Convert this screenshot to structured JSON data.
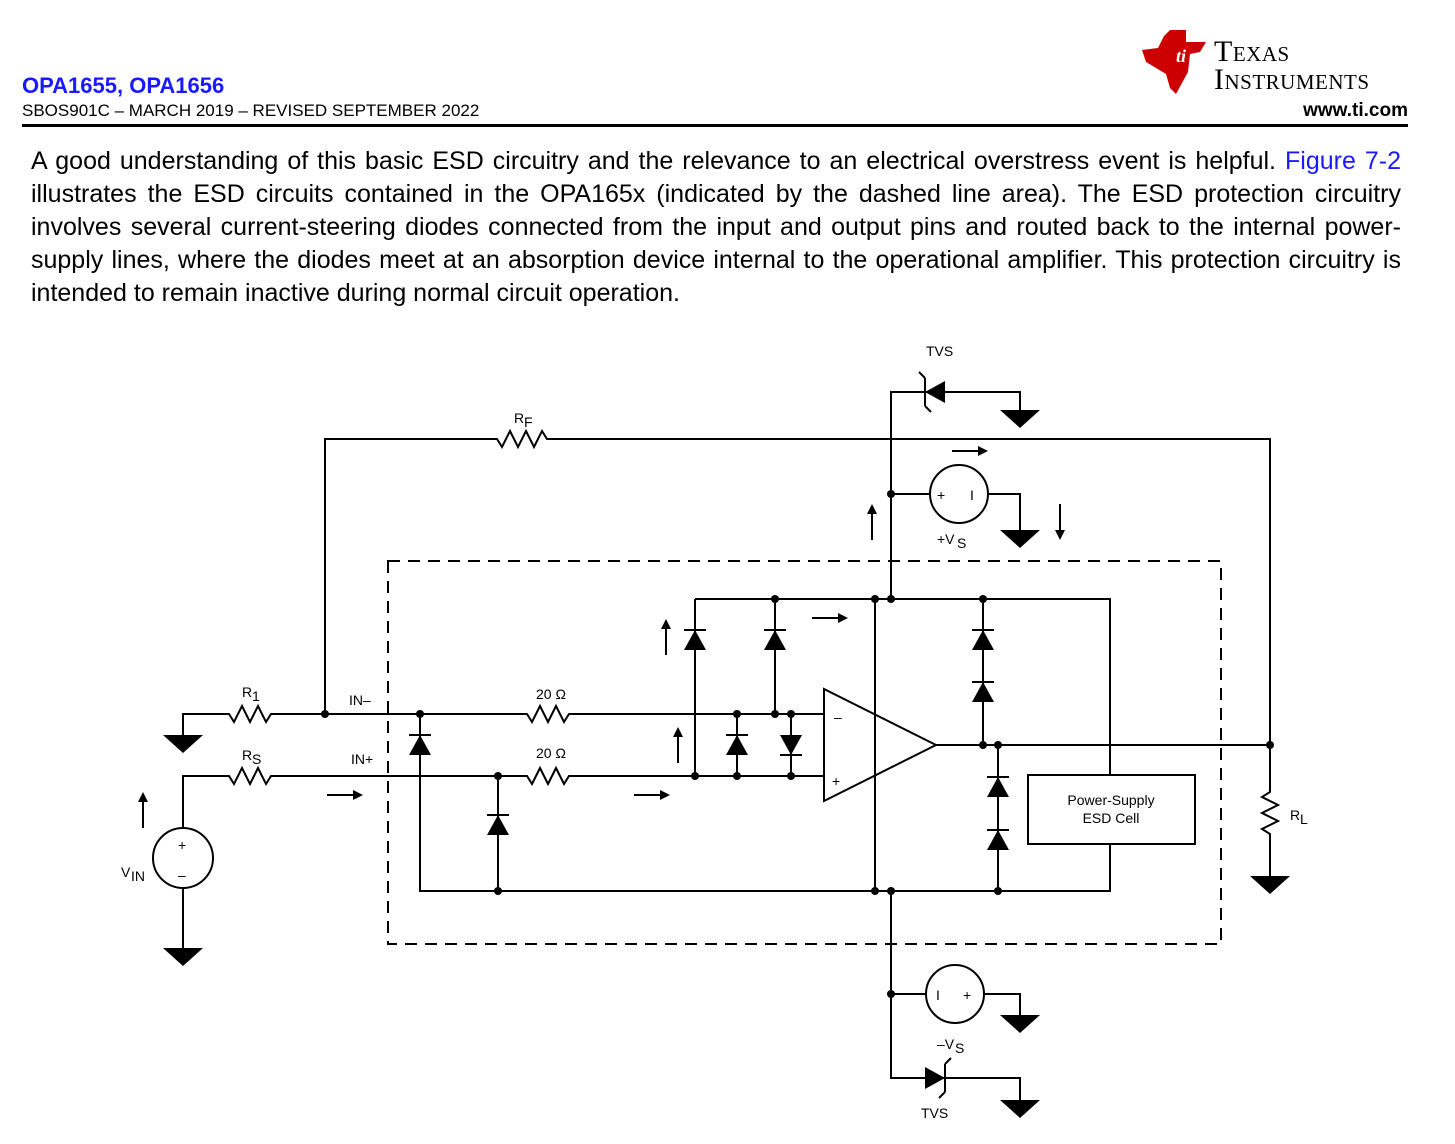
{
  "header": {
    "title": "OPA1655, OPA1656",
    "revision": "SBOS901C – MARCH 2019 – REVISED SEPTEMBER 2022",
    "url": "www.ti.com",
    "brand_line1": "Texas",
    "brand_line2": "Instruments"
  },
  "body": {
    "para_start": "A good understanding of this basic ESD circuitry and the relevance to an electrical overstress event is helpful.",
    "figure_link": "Figure 7-2",
    "para_rest": " illustrates the ESD circuits contained in the OPA165x (indicated by the dashed line area). The ESD protection circuitry involves several current-steering diodes connected from the input and output pins and routed back to the internal power-supply lines, where the diodes meet at an absorption device internal to the operational amplifier. This protection circuitry is intended to remain inactive during normal circuit operation."
  },
  "diagram": {
    "labels": {
      "tvs_top": "TVS",
      "rf_main": "R",
      "rf_sub": "F",
      "vs_pos": "+V",
      "vs_pos_sub": "S",
      "r1_main": "R",
      "r1_sub": "1",
      "rs_main": "R",
      "rs_sub": "S",
      "in_minus": "IN–",
      "in_plus": "IN+",
      "res_20a": "20 Ω",
      "res_20b": "20 Ω",
      "vin_main": "V",
      "vin_sub": "IN",
      "opamp_minus": "–",
      "opamp_plus": "+",
      "esd_cell_line1": "Power-Supply",
      "esd_cell_line2": "ESD Cell",
      "rl_main": "R",
      "rl_sub": "L",
      "vs_neg": "–V",
      "vs_neg_sub": "S",
      "tvs_bottom": "TVS",
      "src_plus": "+",
      "src_i": "I",
      "vin_plus": "+",
      "vin_minus": "–"
    }
  },
  "colors": {
    "title_blue": "#1a1aff",
    "logo_red": "#cc0000"
  }
}
